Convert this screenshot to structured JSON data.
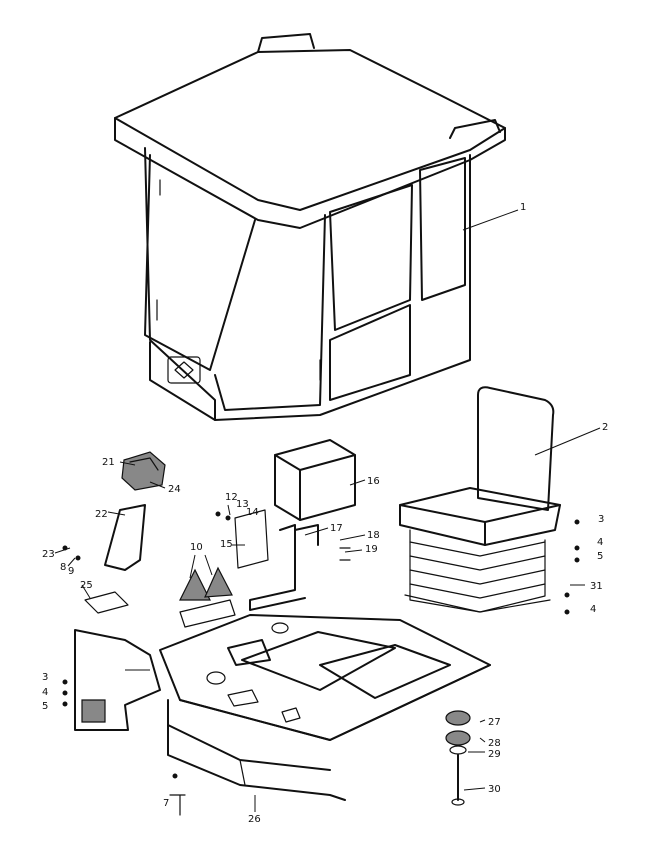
{
  "callouts": {
    "c1": "1",
    "c2": "2",
    "c3a": "3",
    "c4a": "4",
    "c5a": "5",
    "c3b": "3",
    "c4b": "4",
    "c5b": "5",
    "c4c": "4",
    "c7": "7",
    "c8": "8",
    "c9": "9",
    "c10": "10",
    "c12": "12",
    "c13": "13",
    "c14": "14",
    "c15": "15",
    "c16": "16",
    "c17": "17",
    "c18": "18",
    "c19": "19",
    "c21": "21",
    "c22": "22",
    "c23": "23",
    "c24": "24",
    "c25": "25",
    "c26": "26",
    "c27": "27",
    "c28": "28",
    "c29": "29",
    "c30": "30",
    "c31": "31"
  }
}
